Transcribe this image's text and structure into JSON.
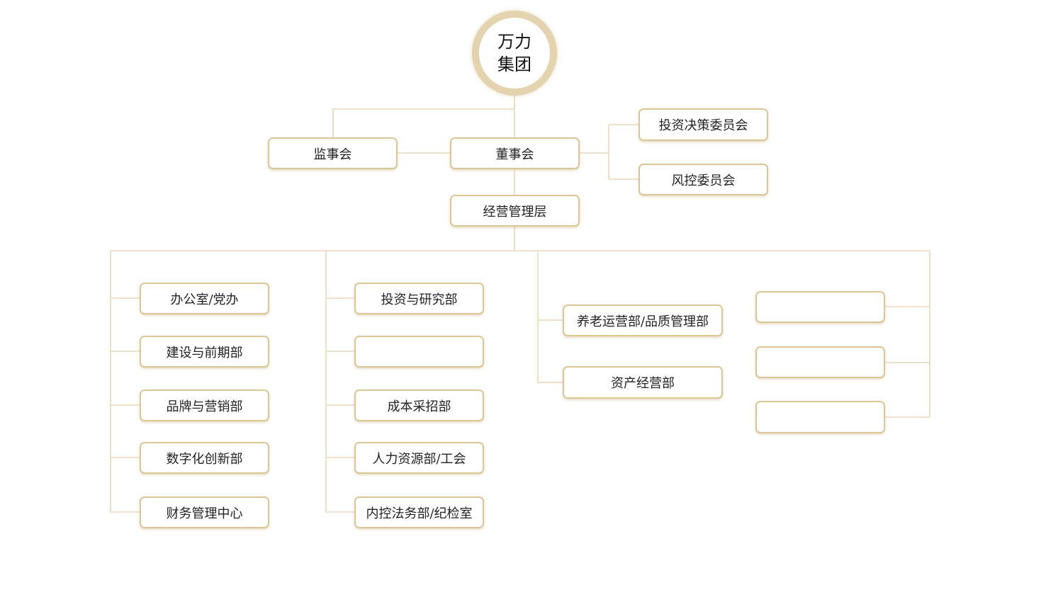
{
  "theme": {
    "line_color": "#ead9bb",
    "border_color": "#dcc596",
    "ring_color": "#e3d3ae"
  },
  "root": {
    "label": "万力集团"
  },
  "governance": {
    "supervisory_board": "监事会",
    "board": "董事会",
    "management": "经营管理层"
  },
  "committees": [
    "投资决策委员会",
    "风控委员会"
  ],
  "departments": {
    "column_1": [
      "办公室/党办",
      "建设与前期部",
      "品牌与营销部",
      "数字化创新部",
      "财务管理中心"
    ],
    "column_2": [
      "投资与研究部",
      "",
      "成本采招部",
      "人力资源部/工会",
      "内控法务部/纪检室"
    ],
    "column_3": [
      "养老运营部/品质管理部",
      "资产经营部"
    ],
    "column_4": [
      "",
      "",
      ""
    ]
  }
}
